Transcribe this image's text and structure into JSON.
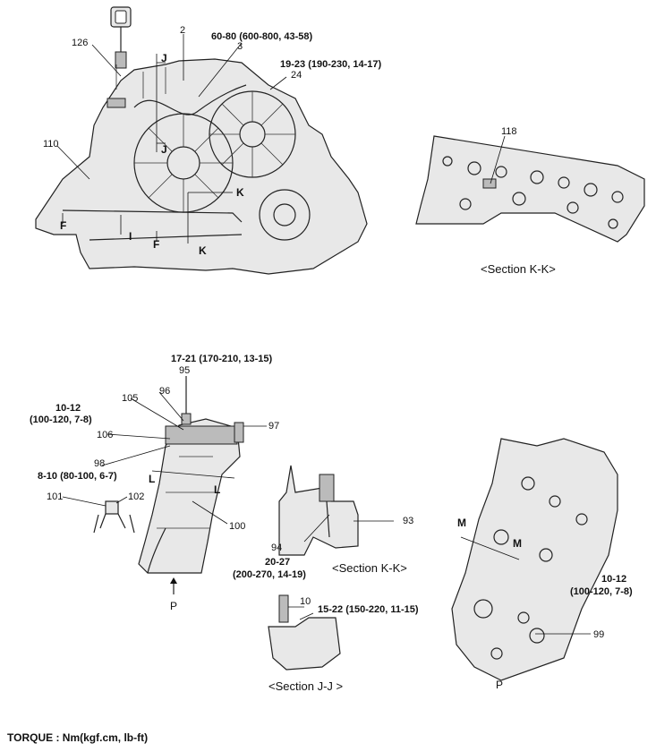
{
  "labels": {
    "n126": "126",
    "n2": "2",
    "t60_80": "60-80 (600-800, 43-58)",
    "n3": "3",
    "t19_23": "19-23 (190-230, 14-17)",
    "n24": "24",
    "n110": "110",
    "n118": "118",
    "t17_21": "17-21 (170-210, 13-15)",
    "n95": "95",
    "n96": "96",
    "n105": "105",
    "t10_12a_1": "10-12",
    "t10_12a_2": "(100-120, 7-8)",
    "n106": "106",
    "n97": "97",
    "n98": "98",
    "t8_10": "8-10 (80-100, 6-7)",
    "n101": "101",
    "n102": "102",
    "n100": "100",
    "n94": "94",
    "n93": "93",
    "t20_27_1": "20-27",
    "t20_27_2": "(200-270, 14-19)",
    "n10": "10",
    "t15_22": "15-22 (150-220, 11-15)",
    "t10_12b_1": "10-12",
    "t10_12b_2": "(100-120, 7-8)",
    "n99": "99"
  },
  "section_letters": {
    "J_top": "J",
    "J_bottom": "J",
    "K_top": "K",
    "K_bottom": "K",
    "F_left": "F",
    "F_mid": "F",
    "I": "I",
    "L_left": "L",
    "L_right": "L",
    "M_top": "M",
    "M_mid": "M",
    "P_left": "P",
    "P_right": "P"
  },
  "sections": {
    "kk_top": "<Section K-K>",
    "kk_mid": "<Section K-K>",
    "jj": "<Section J-J >"
  },
  "torque_note": "TORQUE : Nm(kgf.cm, lb-ft)"
}
